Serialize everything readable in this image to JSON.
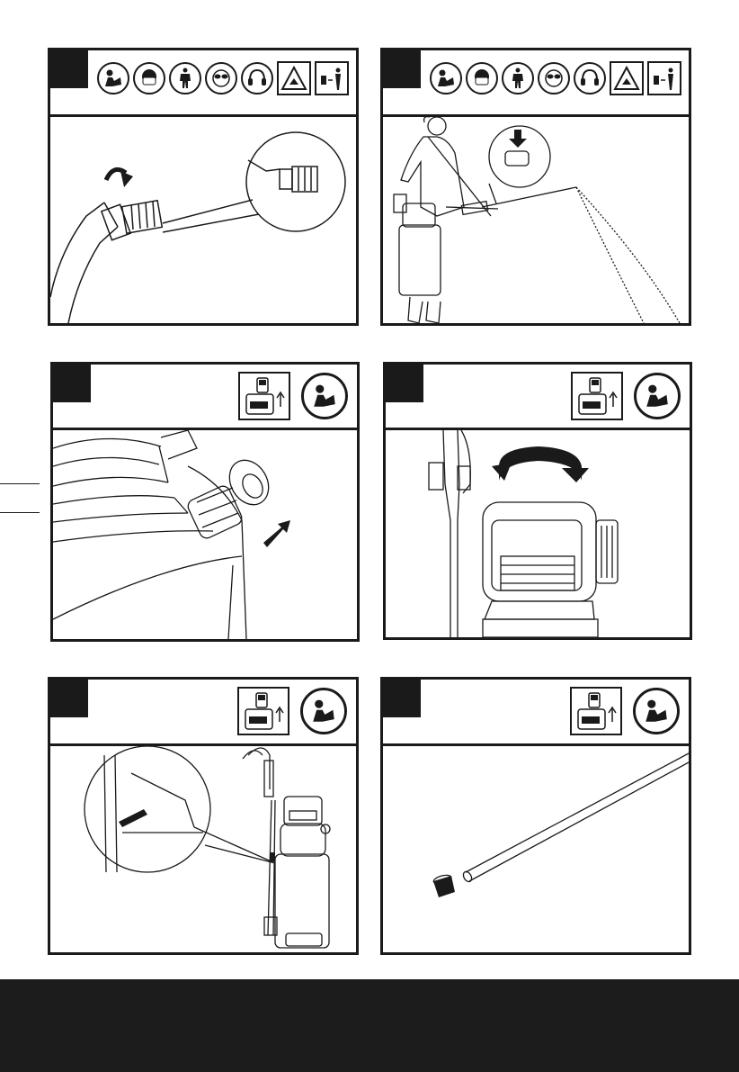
{
  "page": {
    "background": "#ffffff",
    "ink_color": "#1a1a1a",
    "footer_color": "#1c1c1c"
  },
  "panels": [
    {
      "id": "fig-1",
      "header_icons": [
        "read-manual-icon",
        "dust-mask-icon",
        "protective-clothing-icon",
        "safety-goggles-icon",
        "ear-protection-icon",
        "hazard-warning-icon",
        "keep-distance-icon"
      ],
      "scene": "nozzle-tightening"
    },
    {
      "id": "fig-2",
      "header_icons": [
        "read-manual-icon",
        "dust-mask-icon",
        "protective-clothing-icon",
        "safety-goggles-icon",
        "ear-protection-icon",
        "hazard-warning-icon",
        "keep-distance-icon"
      ],
      "scene": "operator-spraying"
    },
    {
      "id": "fig-3",
      "header_icons": [
        "battery-removed-icon",
        "read-manual-icon"
      ],
      "scene": "pressure-relief-valve"
    },
    {
      "id": "fig-4",
      "header_icons": [
        "battery-removed-icon",
        "read-manual-icon"
      ],
      "scene": "unscrew-pump-unit"
    },
    {
      "id": "fig-5",
      "header_icons": [
        "battery-removed-icon",
        "read-manual-icon"
      ],
      "scene": "lance-storage"
    },
    {
      "id": "fig-6",
      "header_icons": [
        "battery-removed-icon",
        "read-manual-icon"
      ],
      "scene": "nozzle-cleaning"
    }
  ]
}
